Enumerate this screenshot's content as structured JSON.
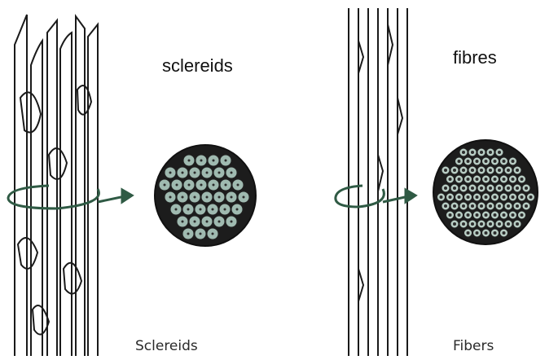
{
  "labels": {
    "sclereids_top": "sclereids",
    "fibres_top": "fibres"
  },
  "captions": {
    "sclereids": "Sclereids",
    "fibers": "Fibers"
  },
  "colors": {
    "outline": "#1a1a1a",
    "arrow": "#2f5a44",
    "sclereid_cell_fill": "#9fbab0",
    "fiber_cell_fill": "#b8cdc4",
    "lumen_fill": "#2b2b2b"
  }
}
